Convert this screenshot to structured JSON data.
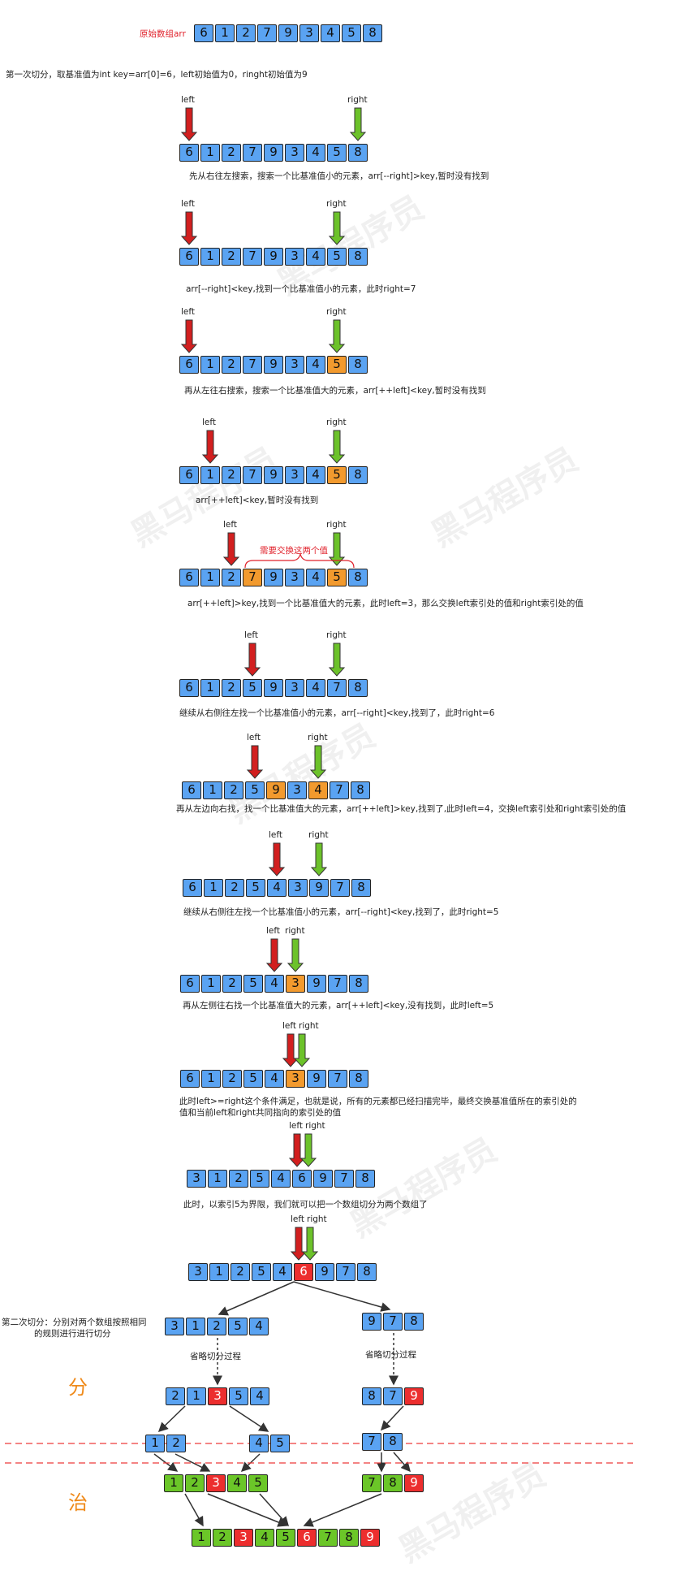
{
  "watermark": "黑马程序员",
  "original_label": "原始数组arr",
  "original_array": [
    "6",
    "1",
    "2",
    "7",
    "9",
    "3",
    "4",
    "5",
    "8"
  ],
  "intro": "第一次切分，取基准值为int key=arr[0]=6，left初始值为0，ringht初始值为9",
  "left_label": "left",
  "right_label": "right",
  "swap_note": "需要交换这两个值",
  "steps": [
    {
      "cells": [
        "6",
        "1",
        "2",
        "7",
        "9",
        "3",
        "4",
        "5",
        "8"
      ],
      "caption": "先从右往左搜索，搜索一个比基准值小的元素，arr[--right]>key,暂时没有找到"
    },
    {
      "cells": [
        "6",
        "1",
        "2",
        "7",
        "9",
        "3",
        "4",
        "5",
        "8"
      ],
      "caption": "arr[--right]<key,找到一个比基准值小的元素，此时right=7"
    },
    {
      "cells": [
        "6",
        "1",
        "2",
        "7",
        "9",
        "3",
        "4",
        "5",
        "8"
      ],
      "caption": "再从左往右搜索，搜索一个比基准值大的元素，arr[++left]<key,暂时没有找到"
    },
    {
      "cells": [
        "6",
        "1",
        "2",
        "7",
        "9",
        "3",
        "4",
        "5",
        "8"
      ],
      "caption": "arr[++left]<key,暂时没有找到"
    },
    {
      "cells": [
        "6",
        "1",
        "2",
        "7",
        "9",
        "3",
        "4",
        "5",
        "8"
      ],
      "caption": "arr[++left]>key,找到一个比基准值大的元素，此时left=3，那么交换left索引处的值和right索引处的值"
    },
    {
      "cells": [
        "6",
        "1",
        "2",
        "5",
        "9",
        "3",
        "4",
        "7",
        "8"
      ],
      "caption": "继续从右侧往左找一个比基准值小的元素，arr[--right]<key,找到了，此时right=6"
    },
    {
      "cells": [
        "6",
        "1",
        "2",
        "5",
        "9",
        "3",
        "4",
        "7",
        "8"
      ],
      "caption": "再从左边向右找，找一个比基准值大的元素，arr[++left]>key,找到了,此时left=4，交换left索引处和right索引处的值"
    },
    {
      "cells": [
        "6",
        "1",
        "2",
        "5",
        "4",
        "3",
        "9",
        "7",
        "8"
      ],
      "caption": "继续从右侧往左找一个比基准值小的元素，arr[--right]<key,找到了，此时right=5"
    },
    {
      "cells": [
        "6",
        "1",
        "2",
        "5",
        "4",
        "3",
        "9",
        "7",
        "8"
      ],
      "caption": "再从左侧往右找一个比基准值大的元素，arr[++left]<key,没有找到，此时left=5"
    },
    {
      "cells": [
        "6",
        "1",
        "2",
        "5",
        "4",
        "3",
        "9",
        "7",
        "8"
      ],
      "caption_line1": "此时left>=right这个条件满足，也就是说，所有的元素都已经扫描完毕，最终交换基准值所在的索引处的",
      "caption_line2": "值和当前left和right共同指向的索引处的值"
    },
    {
      "cells": [
        "3",
        "1",
        "2",
        "5",
        "4",
        "6",
        "9",
        "7",
        "8"
      ],
      "caption": "此时，以索引5为界限，我们就可以把一个数组切分为两个数组了"
    },
    {
      "cells": [
        "3",
        "1",
        "2",
        "5",
        "4",
        "6",
        "9",
        "7",
        "8"
      ]
    }
  ],
  "second_cut_label_1": "第二次切分：分别对两个数组按照相同",
  "second_cut_label_2": "的规则进行进行切分",
  "left_sub": [
    "3",
    "1",
    "2",
    "5",
    "4"
  ],
  "right_sub": [
    "9",
    "7",
    "8"
  ],
  "omit_label": "省略切分过程",
  "left_after": [
    "2",
    "1",
    "3",
    "5",
    "4"
  ],
  "right_after": [
    "8",
    "7",
    "9"
  ],
  "pairs_left_a": [
    "1",
    "2"
  ],
  "pairs_left_b": [
    "4",
    "5"
  ],
  "pairs_right": [
    "7",
    "8"
  ],
  "merged_left": [
    "1",
    "2",
    "3",
    "4",
    "5"
  ],
  "merged_right": [
    "7",
    "8",
    "9"
  ],
  "final": [
    "1",
    "2",
    "3",
    "4",
    "5",
    "6",
    "7",
    "8",
    "9"
  ],
  "divide_label": "分",
  "conquer_label": "治",
  "colors": {
    "blue": "#5aa3f2",
    "orange": "#f29a2e",
    "red": "#ec2e2e",
    "green": "#6bc628",
    "left_arrow": "#d21f1f",
    "right_arrow": "#6cc22a",
    "dash": "#ee3b3b"
  }
}
